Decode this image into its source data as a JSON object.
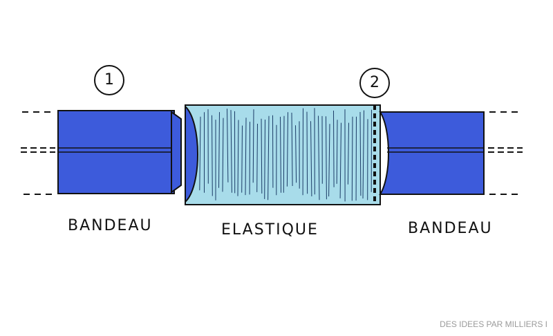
{
  "labels": {
    "left": "BANDEAU",
    "middle": "ELASTIQUE",
    "right": "BANDEAU"
  },
  "markers": {
    "first": "1",
    "second": "2"
  },
  "watermark": "DES IDEES PAR MILLIERS I",
  "colors": {
    "band": "#3d5bdb",
    "band_edge": "#1f2a8a",
    "elastic": "#a8dcea",
    "ink": "#111111"
  }
}
